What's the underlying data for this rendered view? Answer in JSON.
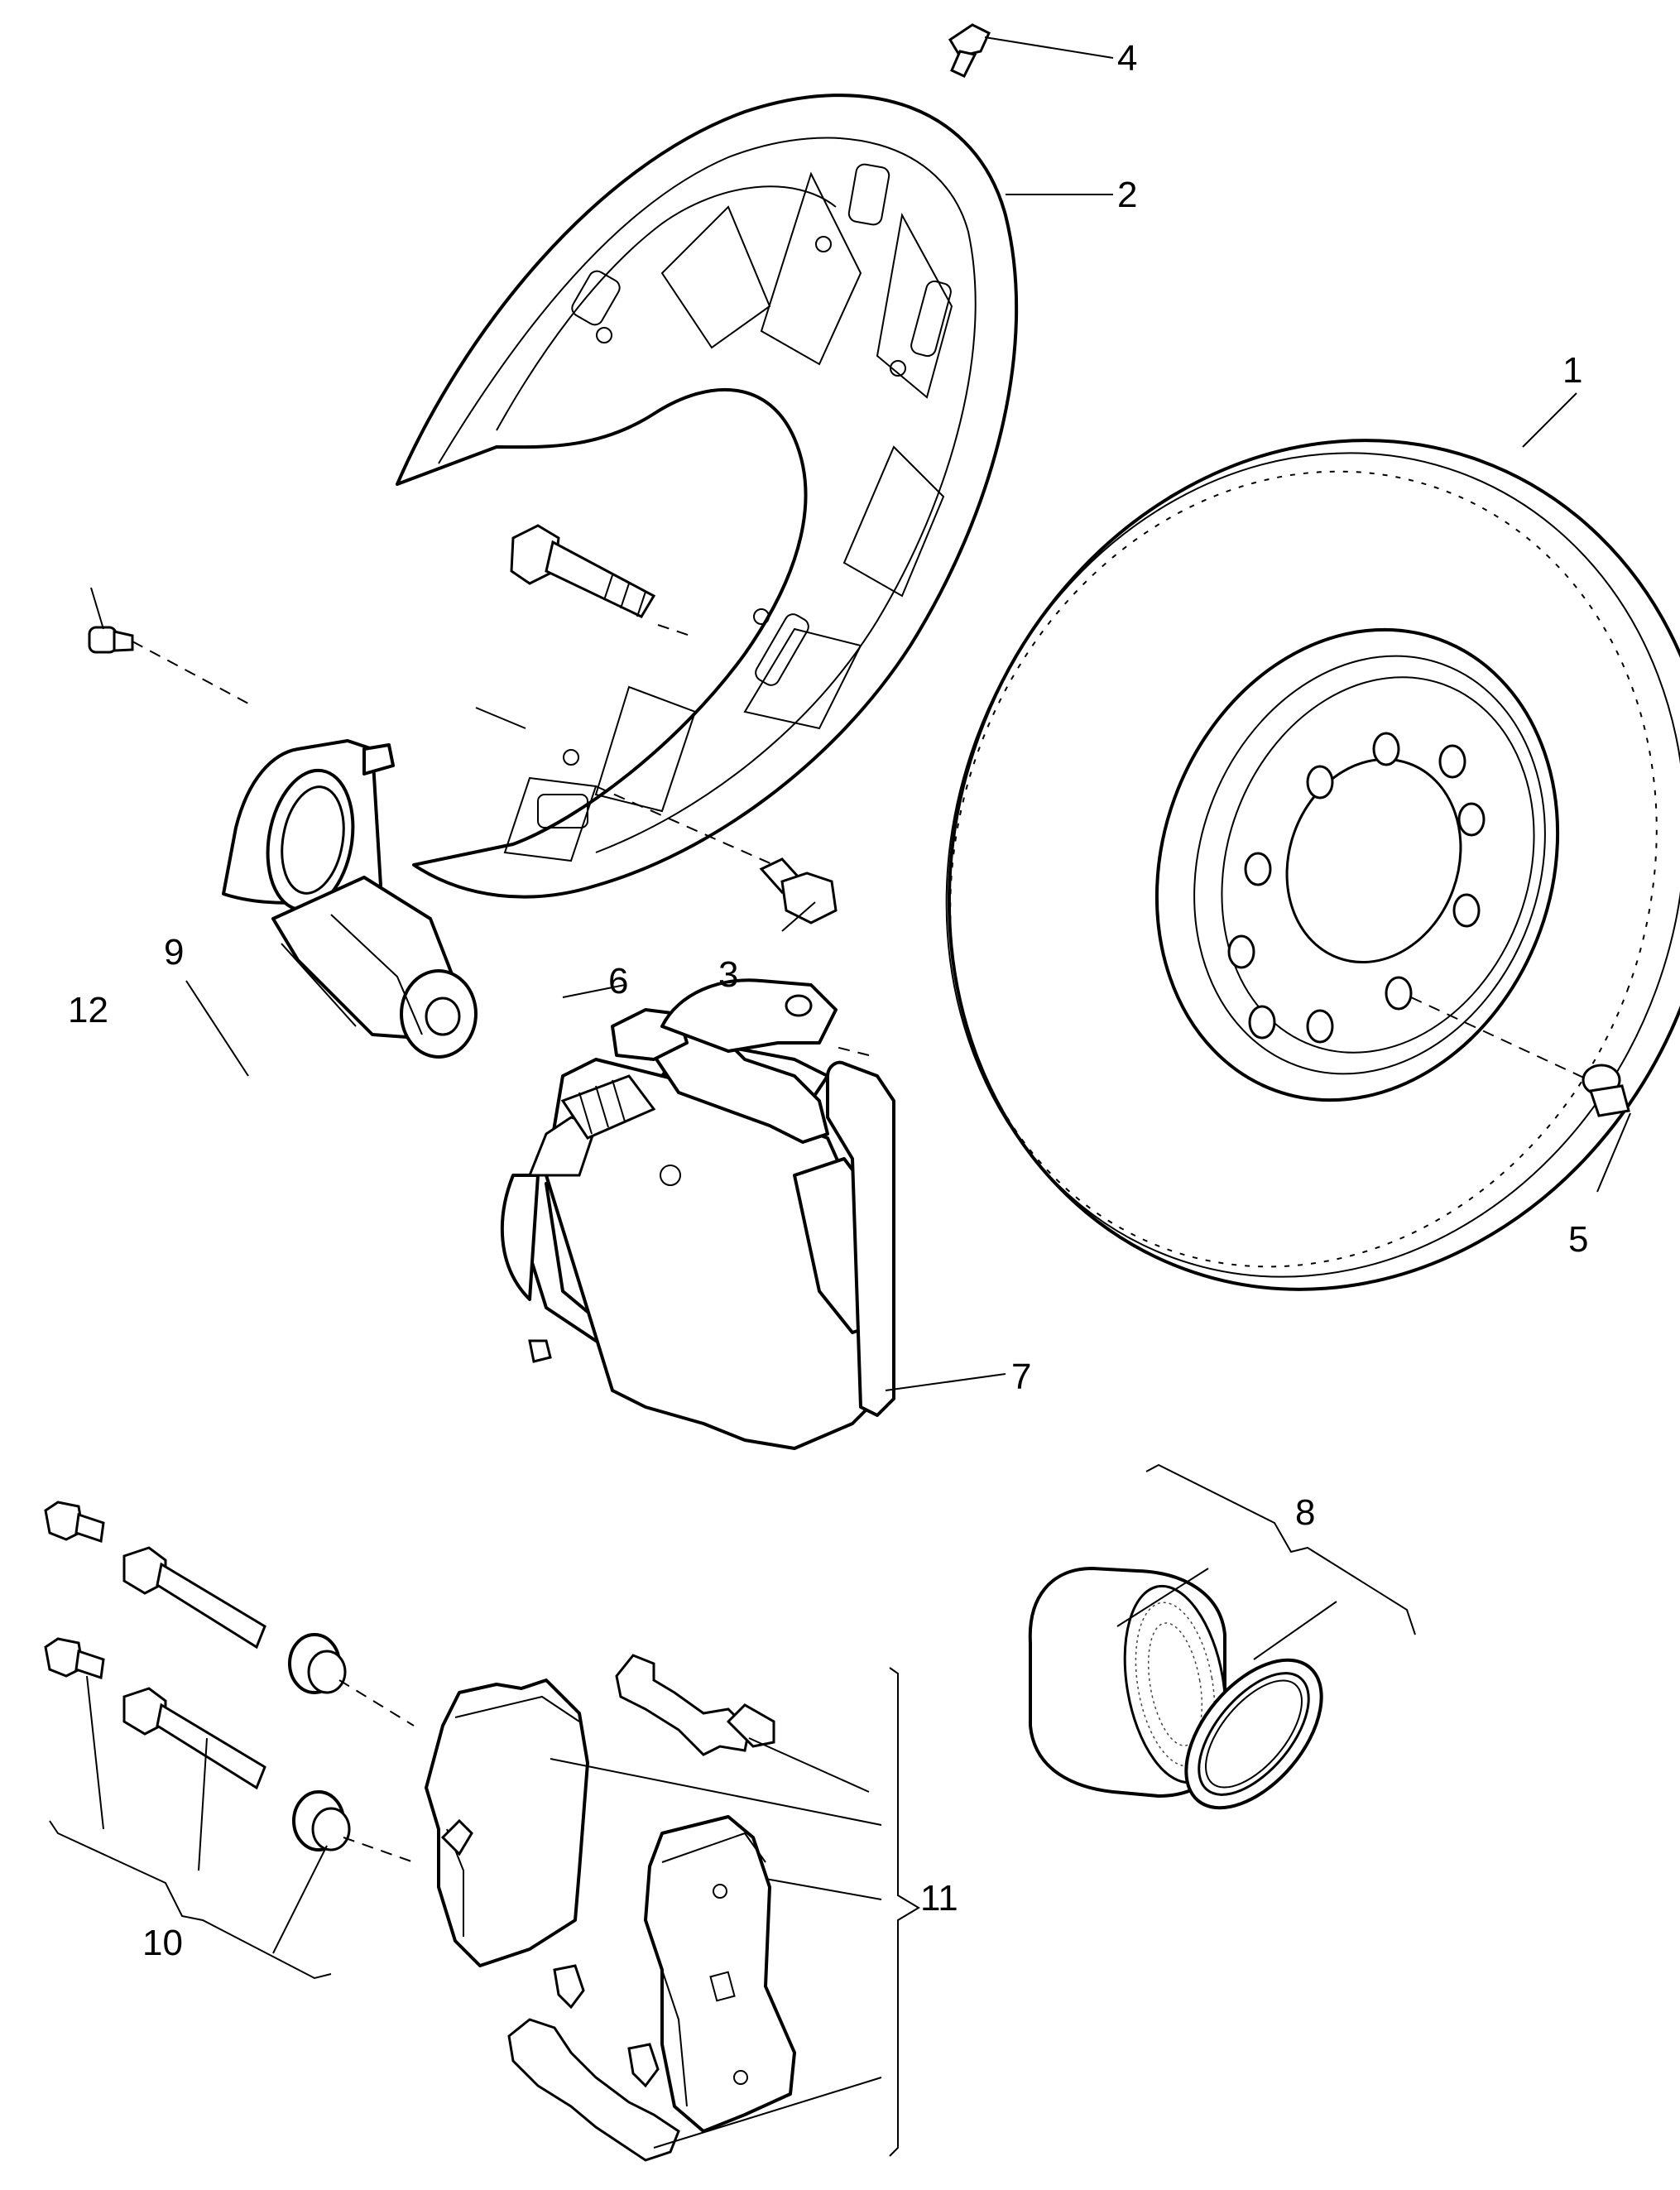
{
  "diagram": {
    "callouts": [
      {
        "id": "1",
        "label": "1"
      },
      {
        "id": "2",
        "label": "2"
      },
      {
        "id": "3",
        "label": "3"
      },
      {
        "id": "4",
        "label": "4"
      },
      {
        "id": "5",
        "label": "5"
      },
      {
        "id": "6",
        "label": "6"
      },
      {
        "id": "7",
        "label": "7"
      },
      {
        "id": "8",
        "label": "8"
      },
      {
        "id": "9",
        "label": "9"
      },
      {
        "id": "10",
        "label": "10"
      },
      {
        "id": "11",
        "label": "11"
      },
      {
        "id": "12",
        "label": "12"
      }
    ],
    "colors": {
      "ink": "#000000",
      "paper": "#ffffff"
    }
  }
}
